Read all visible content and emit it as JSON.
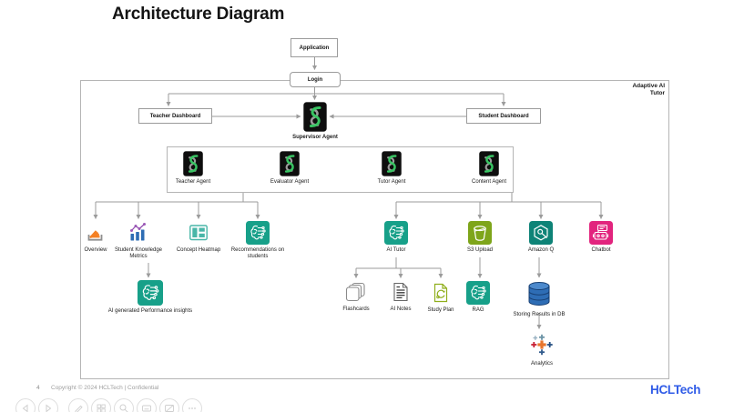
{
  "slide": {
    "title": "Architecture Diagram",
    "page_number": "4",
    "copyright": "Copyright © 2024 HCLTech | Confidential",
    "brand": "HCLTech"
  },
  "container": {
    "label_line1": "Adaptive AI",
    "label_line2": "Tutor"
  },
  "nodes": {
    "application": "Application",
    "login": "Login",
    "teacher_dashboard": "Teacher Dashboard",
    "student_dashboard": "Student Dashboard",
    "supervisor_agent": "Supervisor Agent",
    "teacher_agent": "Teacher Agent",
    "evaluator_agent": "Evaluator Agent",
    "tutor_agent": "Tutor Agent",
    "content_agent": "Content Agent",
    "overview": "Overview",
    "student_knowledge_metrics": "Student Knowledge Metrics",
    "concept_heatmap": "Concept Heatmap",
    "recommendations": "Recommendations on students",
    "performance_insights": "AI generated Performance insights",
    "ai_tutor": "AI Tutor",
    "s3_upload": "S3 Upload",
    "amazon_q": "Amazon Q",
    "chatbot": "Chatbot",
    "flashcards": "Flashcards",
    "ai_notes": "AI Notes",
    "study_plan": "Study Plan",
    "rag": "RAG",
    "storing_results": "Storing Results in DB",
    "analytics": "Analytics"
  },
  "toolbar": {
    "buttons": [
      "previous-slide",
      "next-slide",
      "pen",
      "all-slides",
      "zoom",
      "captions",
      "black-screen",
      "more-options"
    ]
  },
  "colors": {
    "teal_icon": "#17A089",
    "heatmap_teal": "#49B6A8",
    "s3_olive": "#7EA51A",
    "amazon_q_teal": "#0E8377",
    "chatbot_pink": "#E2247E",
    "db_blue": "#2E6DB5",
    "agent_green": "#39C463",
    "overview_orange": "#F48024",
    "metrics_blue": "#2E6DB4",
    "metrics_purple": "#8E44AD",
    "brand_blue": "#2F5BE7",
    "connector_gray": "#9B9B9B"
  }
}
